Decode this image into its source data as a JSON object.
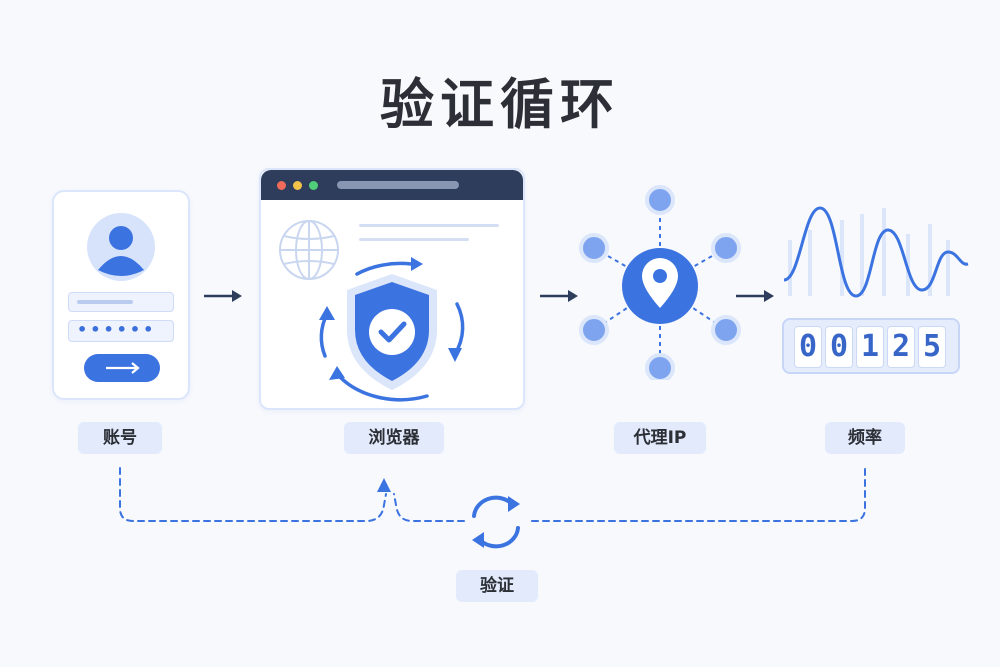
{
  "title": "验证循环",
  "nodes": {
    "account": {
      "label": "账号",
      "password_mask": "••••••"
    },
    "browser": {
      "label": "浏览器"
    },
    "proxy": {
      "label": "代理IP"
    },
    "frequency": {
      "label": "频率",
      "counter_digits": [
        "0",
        "0",
        "1",
        "2",
        "5"
      ]
    }
  },
  "center": {
    "label": "验证"
  },
  "colors": {
    "accent": "#3b73e0",
    "accent_light": "#7ea4ef",
    "label_bg": "#e2eafc",
    "dark_bar": "#2f3d5c"
  }
}
